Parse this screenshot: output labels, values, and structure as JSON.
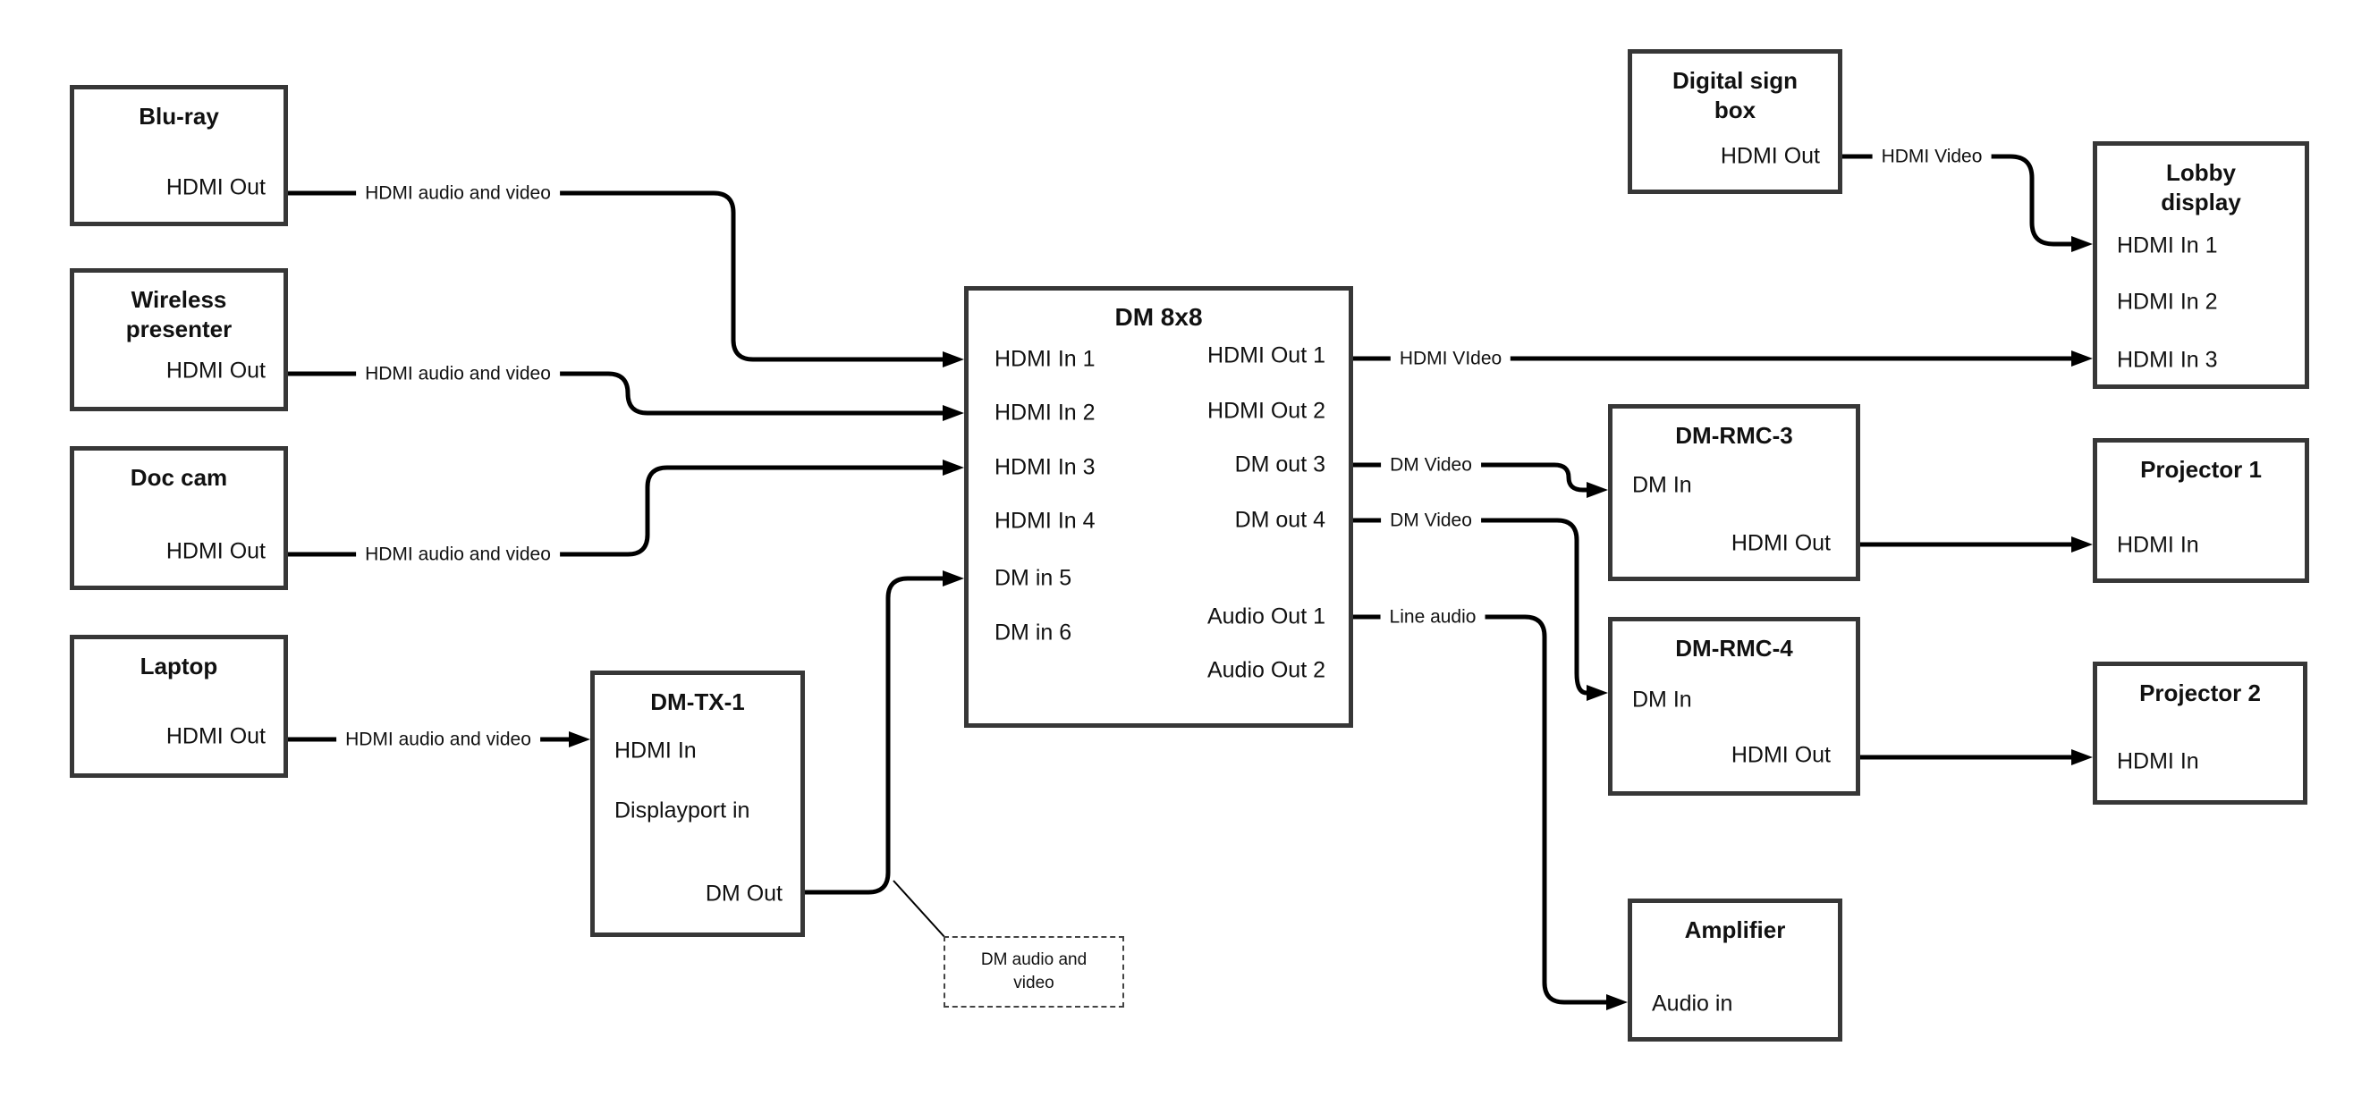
{
  "canvas": {
    "background": "#ffffff",
    "wire_color": "#000000",
    "box_border_color": "#373737"
  },
  "devices": {
    "bluray": {
      "title": "Blu-ray",
      "hdmi_out": "HDMI Out"
    },
    "wireless_presenter": {
      "title": "Wireless\npresenter",
      "hdmi_out": "HDMI Out"
    },
    "doc_cam": {
      "title": "Doc cam",
      "hdmi_out": "HDMI Out"
    },
    "laptop": {
      "title": "Laptop",
      "hdmi_out": "HDMI Out"
    },
    "dm_tx_1": {
      "title": "DM-TX-1",
      "hdmi_in": "HDMI In",
      "displayport_in": "Displayport in",
      "dm_out": "DM Out"
    },
    "dm_8x8": {
      "title": "DM 8x8",
      "inputs": [
        "HDMI In 1",
        "HDMI In 2",
        "HDMI In 3",
        "HDMI In 4",
        "DM in 5",
        "DM in 6"
      ],
      "outputs": [
        "HDMI Out 1",
        "HDMI Out 2",
        "DM out 3",
        "DM out 4",
        "Audio Out 1",
        "Audio Out 2"
      ]
    },
    "digital_sign_box": {
      "title": "Digital sign\nbox",
      "hdmi_out": "HDMI Out"
    },
    "lobby_display": {
      "title": "Lobby\ndisplay",
      "inputs": [
        "HDMI In 1",
        "HDMI In 2",
        "HDMI In 3"
      ]
    },
    "dm_rmc_3": {
      "title": "DM-RMC-3",
      "dm_in": "DM In",
      "hdmi_out": "HDMI Out"
    },
    "projector_1": {
      "title": "Projector 1",
      "hdmi_in": "HDMI In"
    },
    "dm_rmc_4": {
      "title": "DM-RMC-4",
      "dm_in": "DM In",
      "hdmi_out": "HDMI Out"
    },
    "projector_2": {
      "title": "Projector 2",
      "hdmi_in": "HDMI In"
    },
    "amplifier": {
      "title": "Amplifier",
      "audio_in": "Audio in"
    }
  },
  "wire_labels": {
    "hdmi_av": "HDMI audio and video",
    "hdmi_video_dm": "HDMI VIdeo",
    "hdmi_video_sign": "HDMI Video",
    "dm_video": "DM Video",
    "line_audio": "Line audio",
    "note_dm_av": "DM audio and\nvideo"
  }
}
